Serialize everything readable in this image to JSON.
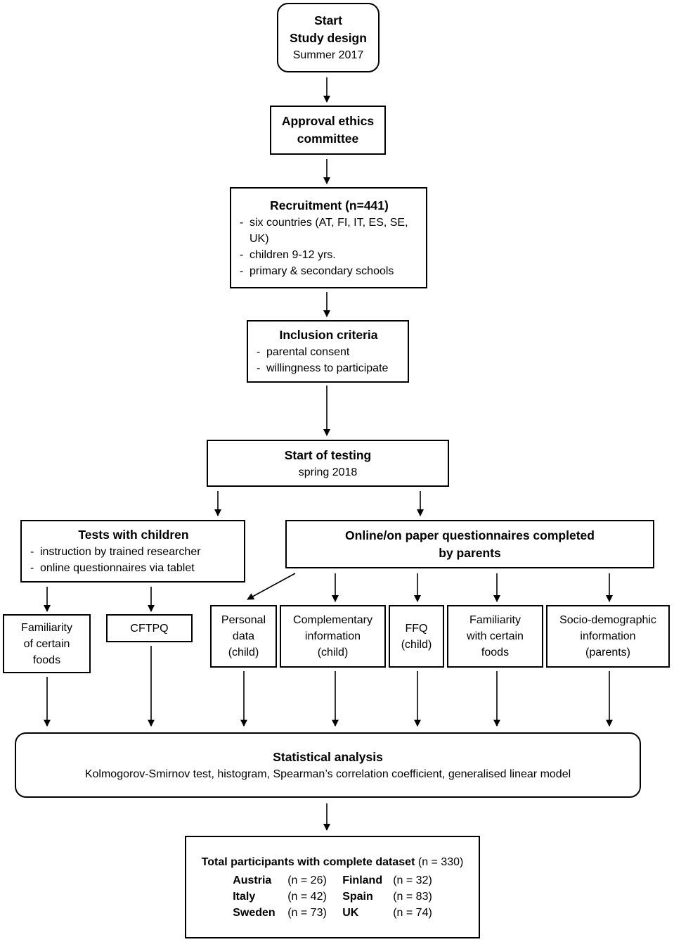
{
  "start": {
    "line1": "Start",
    "line2": "Study design",
    "line3": "Summer 2017"
  },
  "ethics": {
    "line1": "Approval ethics",
    "line2": "committee"
  },
  "recruitment": {
    "title": "Recruitment (n=441)",
    "items": [
      "six countries (AT, FI, IT, ES, SE, UK)",
      "children 9-12 yrs.",
      "primary & secondary schools"
    ]
  },
  "inclusion": {
    "title": "Inclusion criteria",
    "items": [
      "parental consent",
      "willingness to participate"
    ]
  },
  "testing": {
    "title": "Start of testing",
    "subtitle": "spring 2018"
  },
  "children_tests": {
    "title": "Tests with children",
    "items": [
      "instruction by trained researcher",
      "online questionnaires via tablet"
    ]
  },
  "parents_q": {
    "line1": "Online/on paper questionnaires completed",
    "line2": "by parents"
  },
  "child_outputs": [
    {
      "lines": [
        "Familiarity",
        "of certain",
        "foods"
      ]
    },
    {
      "lines": [
        "CFTPQ"
      ]
    }
  ],
  "parent_outputs": [
    {
      "lines": [
        "Personal",
        "data",
        "(child)"
      ]
    },
    {
      "lines": [
        "Complementary",
        "information",
        "(child)"
      ]
    },
    {
      "lines": [
        "FFQ",
        "(child)"
      ]
    },
    {
      "lines": [
        "Familiarity",
        "with certain",
        "foods"
      ]
    },
    {
      "lines": [
        "Socio-demographic",
        "information",
        "(parents)"
      ]
    }
  ],
  "analysis": {
    "title": "Statistical analysis",
    "methods": "Kolmogorov-Smirnov test, histogram, Spearman’s correlation coefficient, generalised linear model"
  },
  "total": {
    "title_bold": "Total participants with complete dataset",
    "title_n": "(n = 330)",
    "countries": [
      {
        "name": "Austria",
        "n": "(n = 26)"
      },
      {
        "name": "Finland",
        "n": "(n = 32)"
      },
      {
        "name": "Italy",
        "n": "(n = 42)"
      },
      {
        "name": "Spain",
        "n": "(n = 83)"
      },
      {
        "name": "Sweden",
        "n": "(n = 73)"
      },
      {
        "name": "UK",
        "n": "(n = 74)"
      }
    ]
  }
}
